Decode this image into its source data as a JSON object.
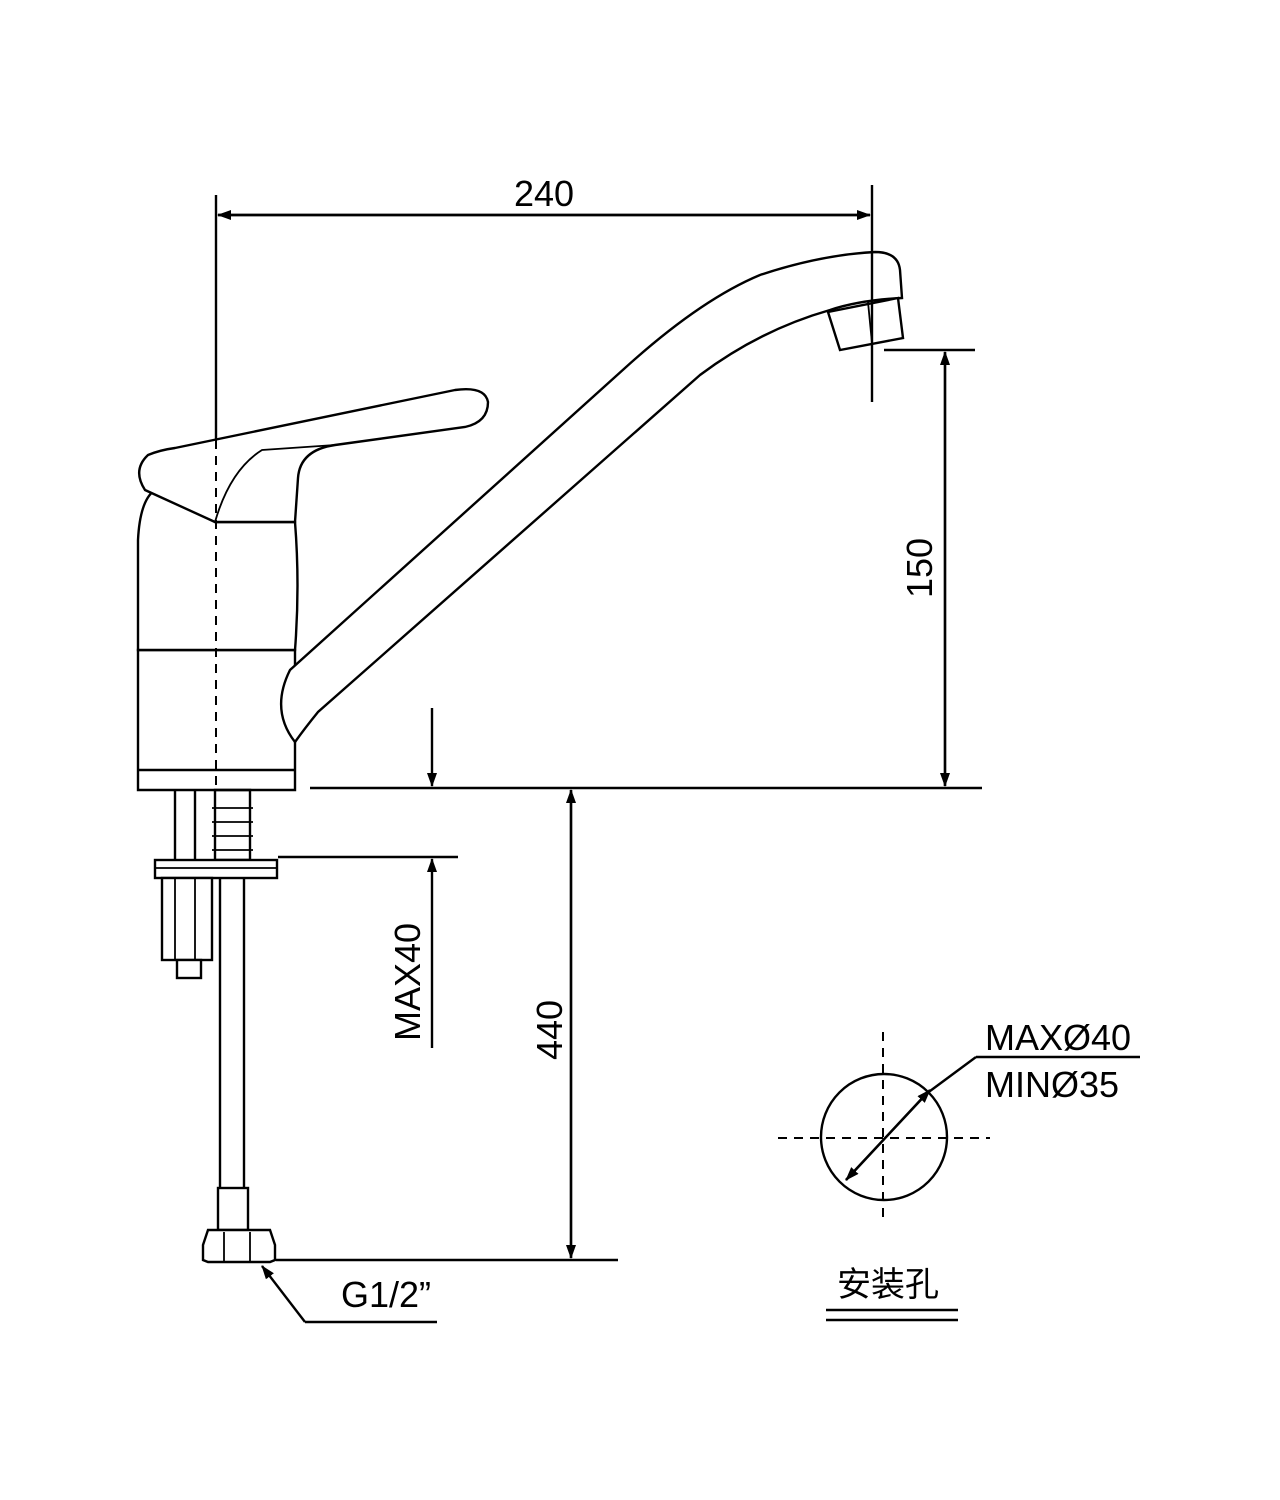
{
  "dimensions": {
    "spout_reach": "240",
    "spout_height": "150",
    "max_counter_thickness": "MAX40",
    "hose_length": "440",
    "inlet_thread": "G1/2”"
  },
  "install_hole": {
    "max_diameter": "MAXØ40",
    "min_diameter": "MINØ35",
    "caption": "安装孔"
  }
}
